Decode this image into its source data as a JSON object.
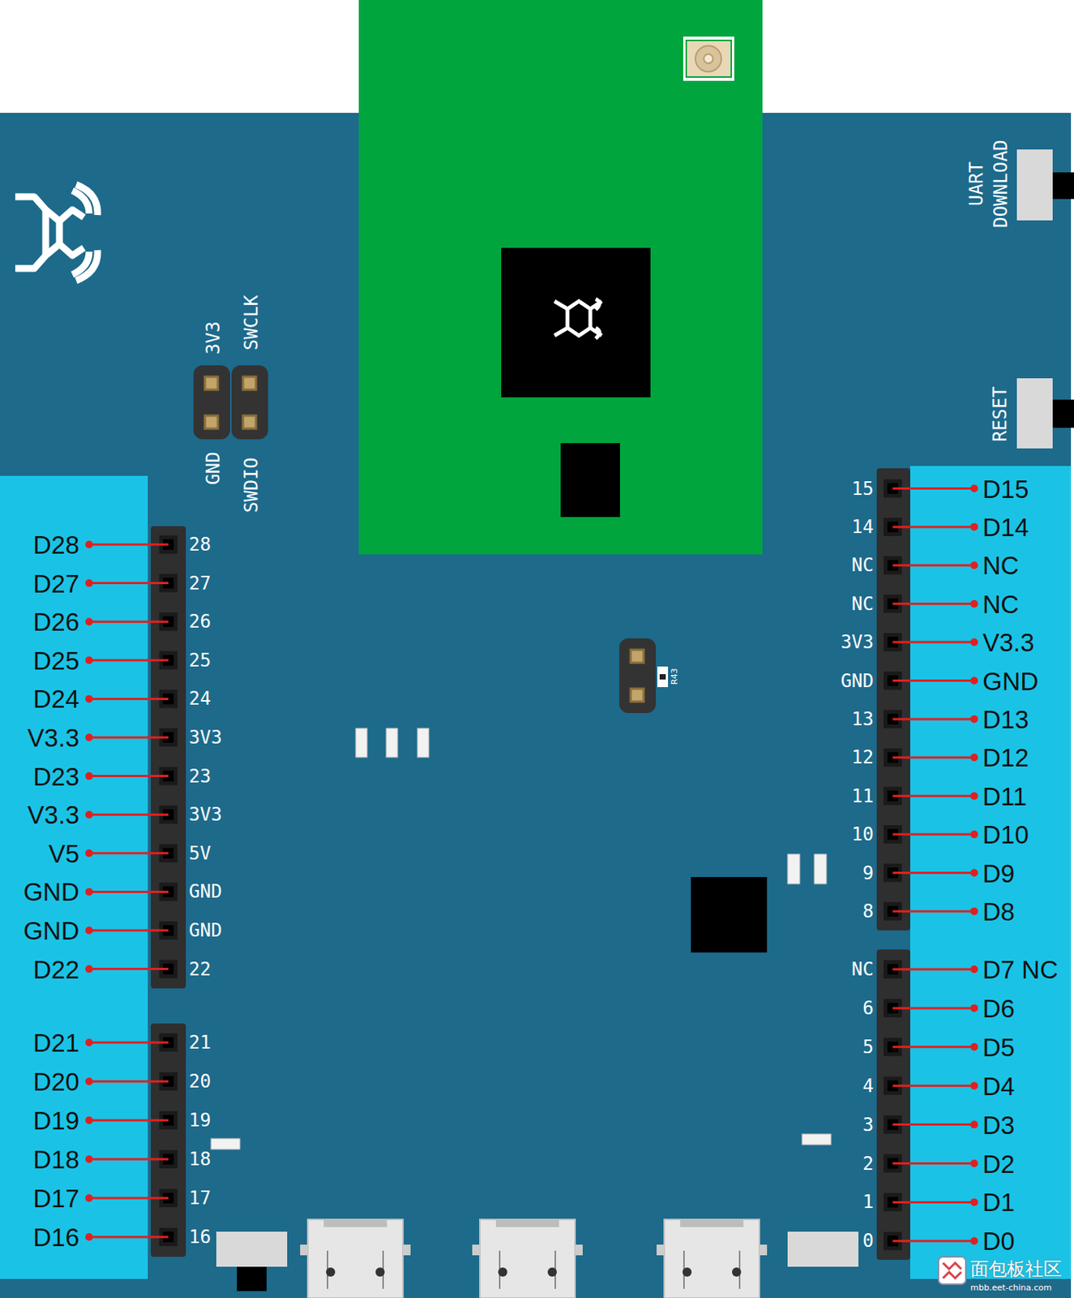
{
  "diagram": {
    "labels": [
      "UART DOWNLOAD",
      "RESET",
      "3V3",
      "SWCLK",
      "GND",
      "SWDIO",
      "R43",
      "D28",
      "D27",
      "D26",
      "D25",
      "D24",
      "V3.3",
      "D23",
      "V3.3",
      "V5",
      "GND",
      "GND",
      "D22",
      "D21",
      "D20",
      "D19",
      "D18",
      "D17",
      "D16",
      "28",
      "27",
      "26",
      "25",
      "24",
      "3V3",
      "23",
      "3V3",
      "5V",
      "GND",
      "GND",
      "22",
      "21",
      "20",
      "19",
      "18",
      "17",
      "16",
      "15",
      "14",
      "NC",
      "NC",
      "3V3",
      "GND",
      "13",
      "12",
      "11",
      "10",
      "9",
      "8",
      "NC",
      "6",
      "5",
      "4",
      "3",
      "2",
      "1",
      "0",
      "D15",
      "D14",
      "NC",
      "NC",
      "V3.3",
      "GND",
      "D13",
      "D12",
      "D11",
      "D10",
      "D9",
      "D8",
      "D7 NC",
      "D6",
      "D5",
      "D4",
      "D3",
      "D2",
      "D1",
      "D0",
      "面包板社区",
      "mbb.eet-china.com"
    ]
  }
}
